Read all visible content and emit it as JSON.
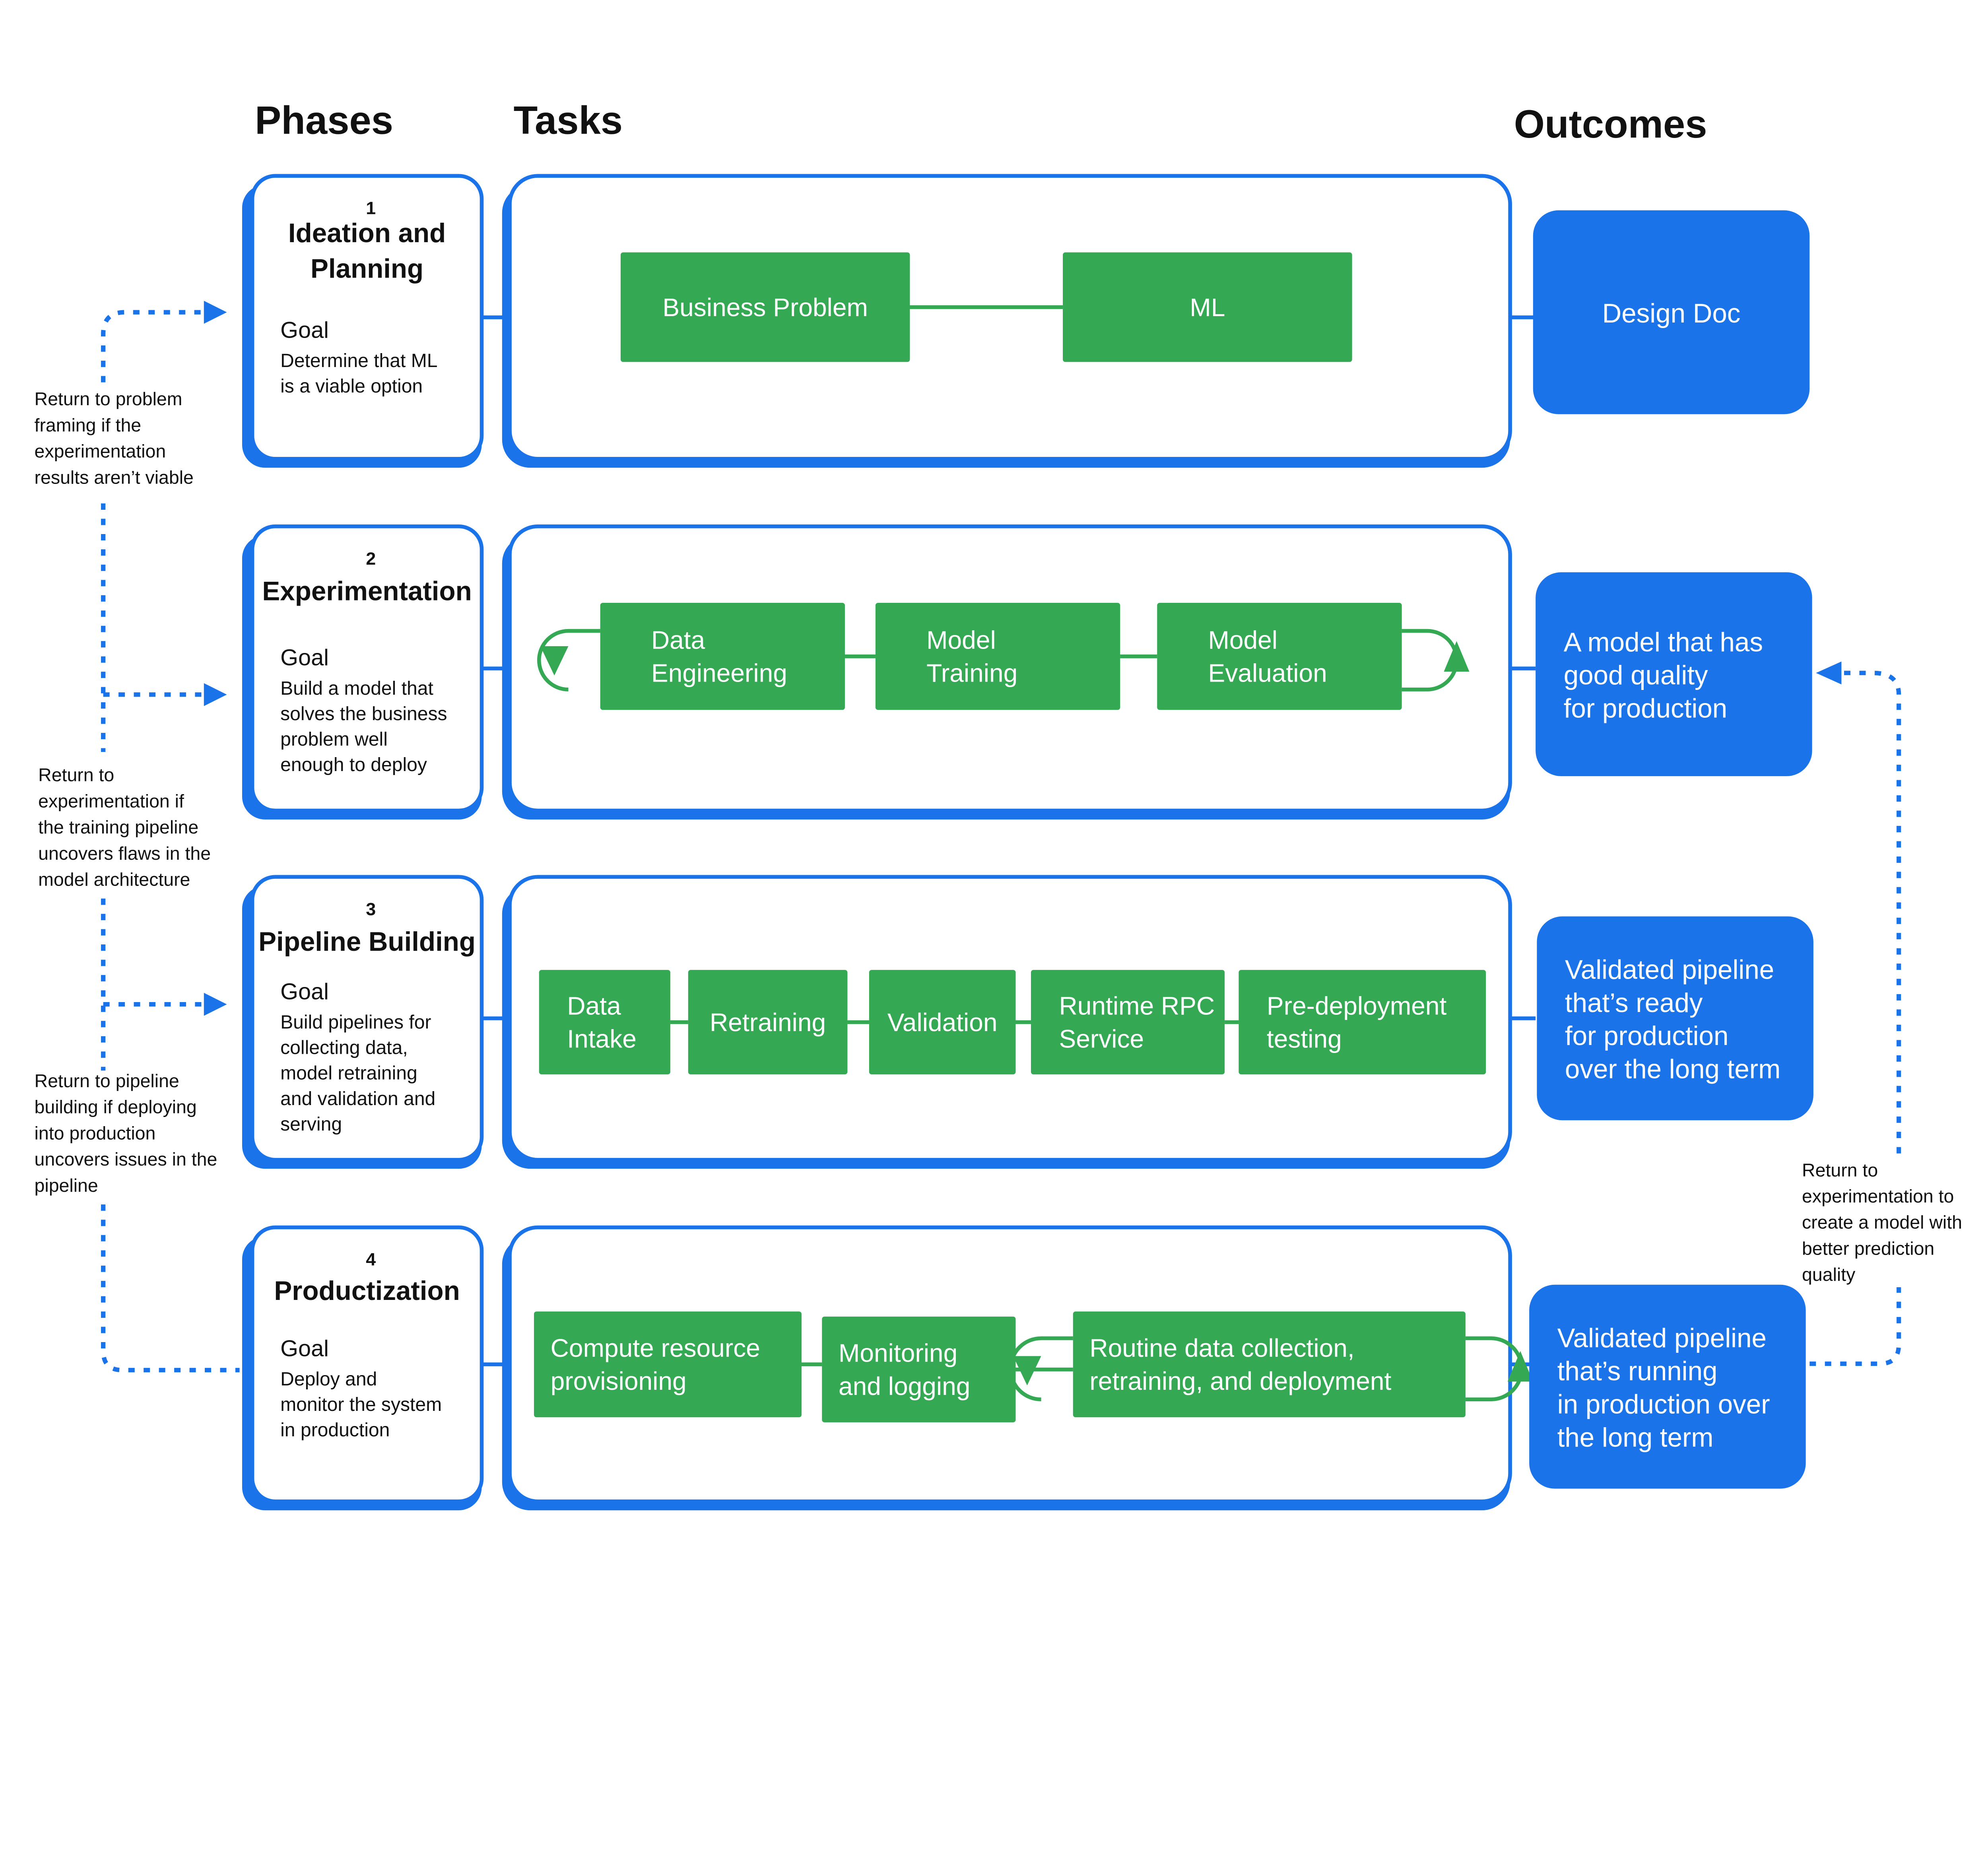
{
  "headers": {
    "phases": "Phases",
    "tasks": "Tasks",
    "outcomes": "Outcomes"
  },
  "colors": {
    "blue": "#1a73e8",
    "green": "#34a853",
    "text": "#111111"
  },
  "phases": [
    {
      "number": "1",
      "title": [
        "Ideation and",
        "Planning"
      ],
      "goal_label": "Goal",
      "goal": [
        "Determine that ML",
        "is a viable option"
      ]
    },
    {
      "number": "2",
      "title": [
        "Experimentation"
      ],
      "goal_label": "Goal",
      "goal": [
        "Build a model that",
        "solves the business",
        "problem well",
        "enough to deploy"
      ]
    },
    {
      "number": "3",
      "title": [
        "Pipeline Building"
      ],
      "goal_label": "Goal",
      "goal": [
        "Build pipelines for",
        "collecting data,",
        "model retraining",
        "and validation and",
        "serving"
      ]
    },
    {
      "number": "4",
      "title": [
        "Productization"
      ],
      "goal_label": "Goal",
      "goal": [
        "Deploy and",
        "monitor the system",
        "in production"
      ]
    }
  ],
  "tasks": [
    [
      {
        "label": [
          "Business Problem"
        ]
      },
      {
        "label": [
          "ML"
        ]
      }
    ],
    [
      {
        "label": [
          "Data",
          "Engineering"
        ]
      },
      {
        "label": [
          "Model",
          "Training"
        ]
      },
      {
        "label": [
          "Model",
          "Evaluation"
        ]
      }
    ],
    [
      {
        "label": [
          "Data",
          "Intake"
        ]
      },
      {
        "label": [
          "Retraining"
        ]
      },
      {
        "label": [
          "Validation"
        ]
      },
      {
        "label": [
          "Runtime RPC",
          "Service"
        ]
      },
      {
        "label": [
          "Pre-deployment",
          "testing"
        ]
      }
    ],
    [
      {
        "label": [
          "Compute  resource",
          "provisioning"
        ]
      },
      {
        "label": [
          "Monitoring",
          "and logging"
        ]
      },
      {
        "label": [
          "Routine data collection,",
          "retraining, and deployment"
        ]
      }
    ]
  ],
  "outcomes": [
    {
      "label": [
        "Design Doc"
      ]
    },
    {
      "label": [
        "A model that has",
        "good quality",
        "for production"
      ]
    },
    {
      "label": [
        "Validated pipeline",
        "that’s ready",
        "for production",
        "over the long term"
      ]
    },
    {
      "label": [
        "Validated pipeline",
        "that’s running",
        "in production over",
        "the long term"
      ]
    }
  ],
  "feedback": [
    {
      "label": [
        "Return to problem",
        "framing if the",
        "experimentation",
        "results aren’t viable"
      ]
    },
    {
      "label": [
        "Return to",
        "experimentation if",
        "the training pipeline",
        "uncovers flaws in the",
        "model architecture"
      ]
    },
    {
      "label": [
        "Return to pipeline",
        "building if deploying",
        "into production",
        "uncovers issues in the",
        "pipeline"
      ]
    },
    {
      "label": [
        "Return to",
        "experimentation to",
        "create a model with",
        "better prediction",
        "quality"
      ]
    }
  ]
}
